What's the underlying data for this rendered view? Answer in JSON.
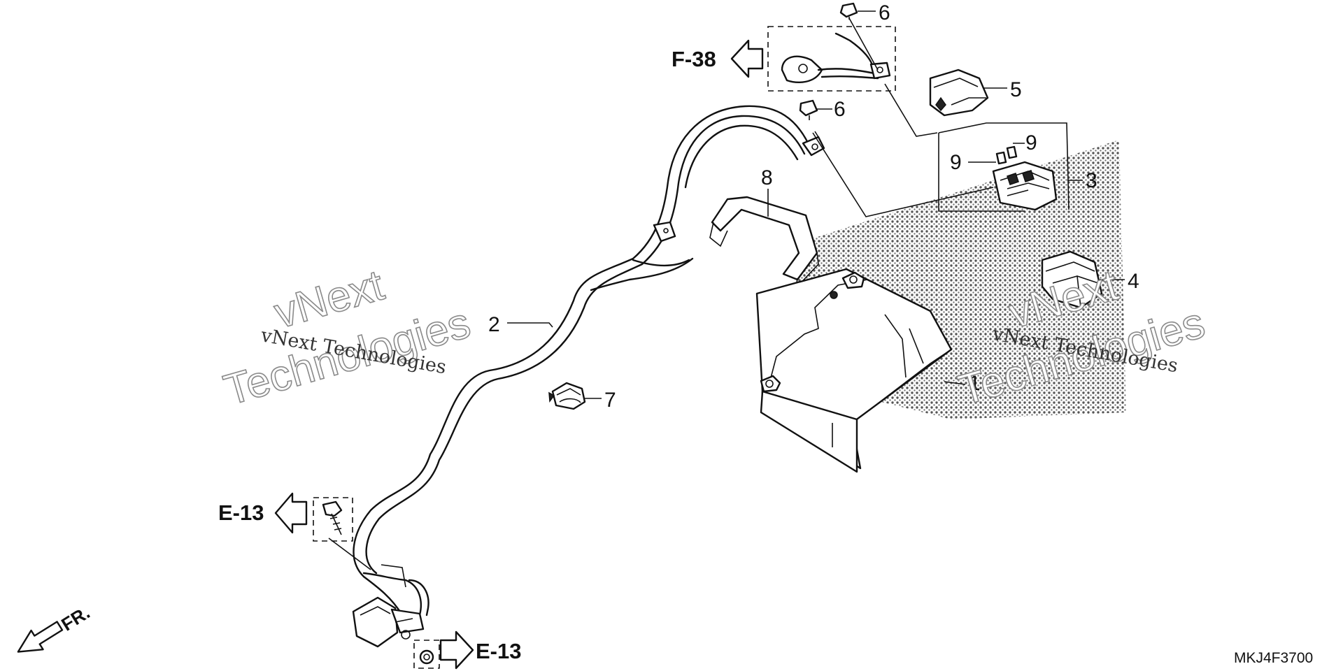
{
  "callouts": [
    {
      "id": "1",
      "label": "1"
    },
    {
      "id": "2",
      "label": "2"
    },
    {
      "id": "3",
      "label": "3"
    },
    {
      "id": "4",
      "label": "4"
    },
    {
      "id": "5",
      "label": "5"
    },
    {
      "id": "6a",
      "label": "6"
    },
    {
      "id": "6b",
      "label": "6"
    },
    {
      "id": "7",
      "label": "7"
    },
    {
      "id": "8",
      "label": "8"
    },
    {
      "id": "9a",
      "label": "9"
    },
    {
      "id": "9b",
      "label": "9"
    }
  ],
  "references": {
    "f38": "F-38",
    "e13_left": "E-13",
    "e13_bottom": "E-13"
  },
  "front_indicator": "FR.",
  "diagram_code": "MKJ4F3700",
  "watermark": {
    "line_small": "vNext Technologies",
    "line_big_1": "vNext",
    "line_big_2": "Technologies"
  }
}
